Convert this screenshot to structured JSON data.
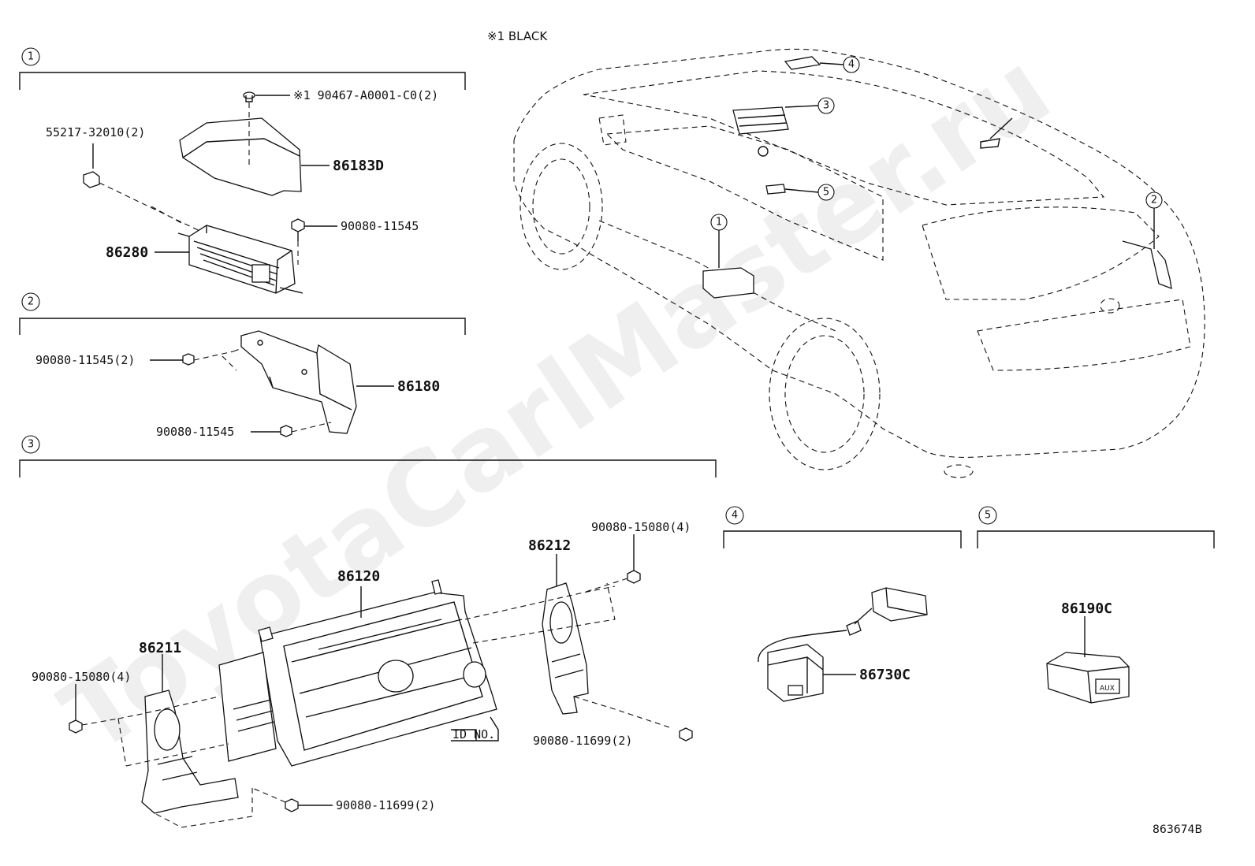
{
  "note": "※1 BLACK",
  "watermark": "ToyotaCarlMaster.ru",
  "diagram_ref": "863674B",
  "sections": {
    "s1": {
      "number": "1",
      "labels": {
        "screw": "※1 90467-A0001-C0(2)",
        "clip": "55217-32010(2)",
        "cover": "86183D",
        "amp": "86280",
        "bolt": "90080-11545"
      }
    },
    "s2": {
      "number": "2",
      "labels": {
        "bolt_a": "90080-11545(2)",
        "module": "86180",
        "bolt_b": "90080-11545"
      }
    },
    "s3": {
      "number": "3",
      "labels": {
        "radio": "86120",
        "bracket_r": "86212",
        "screw_tr": "90080-15080(4)",
        "bracket_l": "86211",
        "screw_l": "90080-15080(4)",
        "id_no": "ID NO.",
        "screw_br": "90080-11699(2)",
        "screw_bl": "90080-11699(2)"
      }
    },
    "s4": {
      "number": "4",
      "labels": {
        "cable": "86730C"
      }
    },
    "s5": {
      "number": "5",
      "labels": {
        "jack": "86190C",
        "aux": "AUX"
      }
    }
  },
  "car_callouts": [
    "4",
    "3",
    "5",
    "1",
    "2"
  ]
}
